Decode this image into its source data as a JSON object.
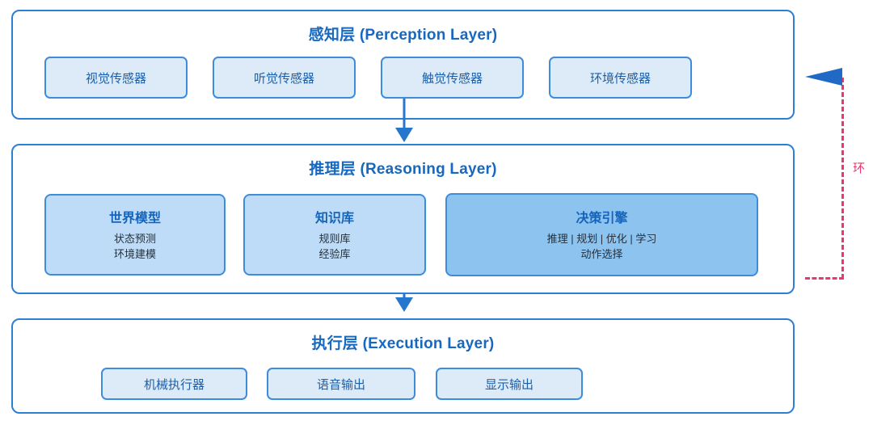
{
  "diagram": {
    "title_color": "#1668c1",
    "accent_color": "#2d7fd3",
    "feedback_color": "#e8386d",
    "layers": [
      {
        "id": "perception",
        "title": "感知层 (Perception Layer)",
        "items": [
          {
            "label": "视觉传感器"
          },
          {
            "label": "听觉传感器"
          },
          {
            "label": "触觉传感器"
          },
          {
            "label": "环境传感器"
          }
        ]
      },
      {
        "id": "reasoning",
        "title": "推理层 (Reasoning Layer)",
        "modules": [
          {
            "title": "世界模型",
            "lines": [
              "状态预测",
              "环境建模"
            ],
            "emphasis": "light"
          },
          {
            "title": "知识库",
            "lines": [
              "规则库",
              "经验库"
            ],
            "emphasis": "light"
          },
          {
            "title": "决策引擎",
            "lines": [
              "推理 | 规划 | 优化 | 学习",
              "动作选择"
            ],
            "emphasis": "strong"
          }
        ]
      },
      {
        "id": "execution",
        "title": "执行层 (Execution Layer)",
        "items": [
          {
            "label": "机械执行器"
          },
          {
            "label": "语音输出"
          },
          {
            "label": "显示输出"
          }
        ]
      }
    ],
    "feedback": {
      "label": "环"
    }
  }
}
